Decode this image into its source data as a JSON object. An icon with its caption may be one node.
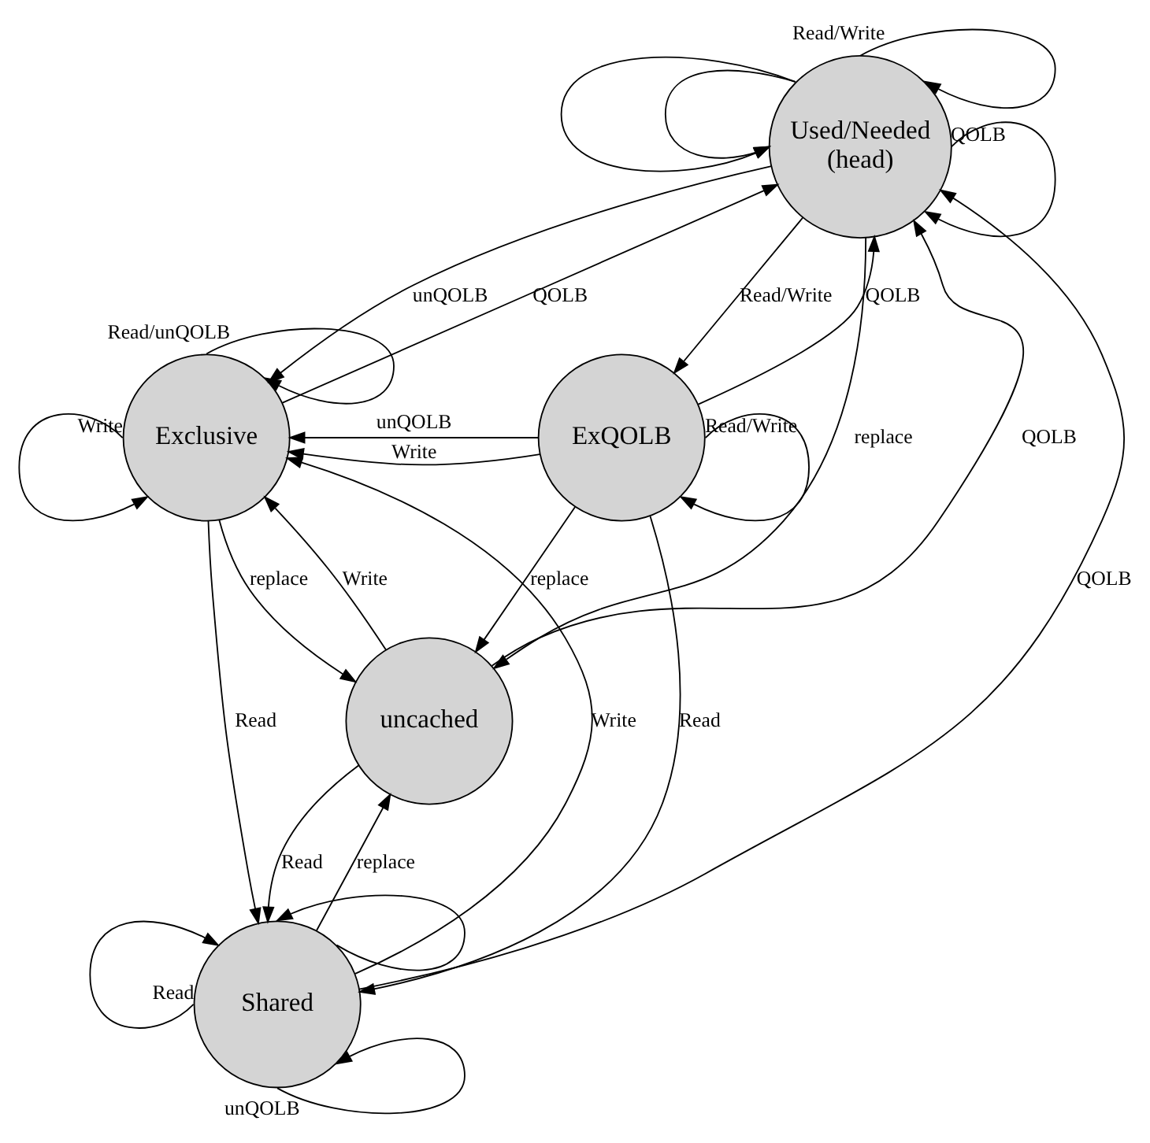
{
  "diagram": {
    "nodes": [
      {
        "text": [
          "Exclusive"
        ]
      },
      {
        "text": [
          "Used/Needed",
          "(head)"
        ]
      },
      {
        "text": [
          "uncached"
        ]
      },
      {
        "text": [
          "Shared"
        ]
      },
      {
        "text": [
          "ExQOLB"
        ]
      }
    ],
    "edges": [
      {
        "from": 0,
        "to": 0,
        "arrow": "to",
        "label": "Read/unQOLB"
      },
      {
        "from": 0,
        "to": 0,
        "arrow": "to",
        "label": "Write"
      },
      {
        "from": 0,
        "to": 1,
        "arrow": "to",
        "label": "QOLB"
      },
      {
        "from": 1,
        "to": 0,
        "arrow": "to",
        "label": "unQOLB"
      },
      {
        "from": 1,
        "to": 1,
        "arrow": "to"
      },
      {
        "from": 1,
        "to": 1,
        "arrow": "to",
        "label": "Read/Write"
      },
      {
        "from": 1,
        "to": 1,
        "arrow": "to",
        "label": "QOLB"
      },
      {
        "from": 1,
        "to": 1,
        "arrow": "to"
      },
      {
        "from": 1,
        "to": 2,
        "arrow": "to",
        "label": "replace"
      },
      {
        "from": 0,
        "to": 2,
        "arrow": "to",
        "label": "replace"
      },
      {
        "from": 2,
        "to": 0,
        "arrow": "to",
        "label": "Write"
      },
      {
        "from": 2,
        "to": 1,
        "arrow": "to",
        "label": "QOLB"
      },
      {
        "from": 0,
        "to": 3,
        "arrow": "to",
        "label": "Read"
      },
      {
        "from": 3,
        "to": 0,
        "arrow": "to",
        "label": "Write"
      },
      {
        "from": 1,
        "to": 4,
        "arrow": "to",
        "label": "Read/Write"
      },
      {
        "from": 4,
        "to": 1,
        "arrow": "to",
        "label": "QOLB"
      },
      {
        "from": 3,
        "to": 3,
        "arrow": "to",
        "label": "Read"
      },
      {
        "from": 3,
        "to": 2,
        "arrow": "to",
        "label": "replace"
      },
      {
        "from": 3,
        "to": 3,
        "arrow": "to"
      },
      {
        "from": 2,
        "to": 3,
        "arrow": "to",
        "label": "Read"
      },
      {
        "from": 4,
        "to": 2,
        "arrow": "to",
        "label": "replace"
      },
      {
        "from": 3,
        "to": 1,
        "arrow": "to",
        "label": "QOLB"
      },
      {
        "from": 4,
        "to": 0,
        "arrow": "to",
        "label": "Write"
      },
      {
        "from": 4,
        "to": 0,
        "arrow": "to",
        "label": "unQOLB"
      },
      {
        "from": 4,
        "to": 3,
        "arrow": "to",
        "label": "Read"
      },
      {
        "from": 3,
        "to": 3,
        "arrow": "to",
        "label": "unQOLB"
      },
      {
        "from": 4,
        "to": 4,
        "arrow": "to",
        "label": "Read/Write"
      }
    ]
  }
}
